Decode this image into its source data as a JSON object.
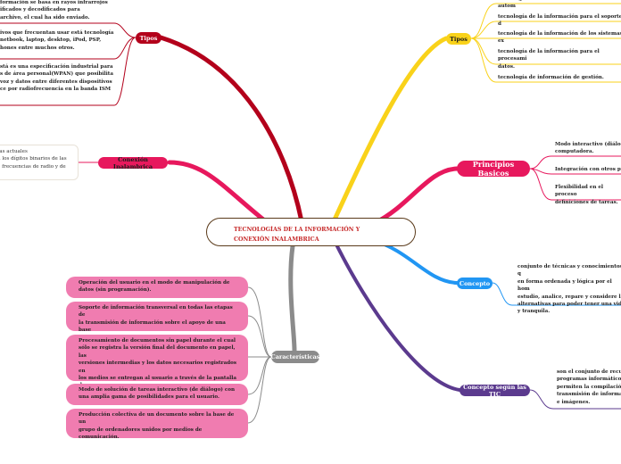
{
  "central": {
    "line1": "TECNOLOGÍAS DE LA INFORMACIÓN Y",
    "line2": "CONEXIÓN INALAMBRICA"
  },
  "colors": {
    "topic_text": "#c62828",
    "yellow": "#f9d21a",
    "red": "#e7185d",
    "blue": "#2196f3",
    "purple": "#5b3a8e",
    "dark_red": "#b3001b",
    "gray": "#8b8b8b",
    "pink": "#f07cb0"
  },
  "tipos_left": {
    "label": "Tipos",
    "items": [
      "formación se basa en rayos infrarrojos\nificados y decodificados para\n archivo, el cual ha sido enviado.",
      "ivos que frecuentan usar está tecnología\n netbook, laptop, desktop, iPod, PSP,\nhones entre muchos otros.",
      "stá es una especificación industrial para\ns de área personal(WPAN) que posibilita\n voz y datos entre diferentes dispositivos\nce por radiofrecuencia en la banda ISM"
    ]
  },
  "conexion": {
    "label": "Conexión Inalambrica",
    "text": "tas actuales\nn los dígitos binarios de las\ne frecuencias de radio y de"
  },
  "tipos_right": {
    "label": "Tipos",
    "items": [
      "tecnología de la información de la oficina autom",
      "tecnología de la información para el soporte d",
      "tecnología de la información de los sistemas ex",
      "tecnología de la información para el procesami\ndatos.",
      "tecnología de información de gestión."
    ]
  },
  "principios": {
    "label": "Principios Basicos",
    "items": [
      "Modo interactivo (diálog\ncomputadora.",
      "Integración con otros pr",
      "Flexibilidad en el proceso\ndefiniciones de tareas."
    ]
  },
  "concepto": {
    "label": "Concepto",
    "text": "conjunto de técnicas y conocimientos q\nen forma ordenada y lógica por el hom\nestudio, analice, repare y considere la\nalternativas para poder tener una vid\ny tranquila."
  },
  "concepto_tic": {
    "label": "Concepto según las TIC",
    "text": "son el conjunto de recu\nprogramas informático\npermiten la compilació\ntransmisión de informa\ne imágenes."
  },
  "caracteristicas": {
    "label": "Características",
    "items": [
      "Operación del usuario en el modo de manipulación de\ndatos (sin programación).",
      "Soporte de información transversal en todas las etapas de\nla transmisión de información sobre el apoyo de una base\nde datos integrada",
      "Procesamiento de documentos sin papel durante el cual\nsólo se registra la versión final del documento en papel, las\nversiones intermedias y los datos necesarios registrados en\nlos medios se entregan al usuario a través de la pantalla de\nvisualización del PC.",
      "Modo de solución de tareas interactivo (de diálogo) con\nuna amplia gama de posibilidades para el usuario.",
      "Producción colectiva de un documento sobre la base de un\ngrupo de ordenadores unidos por medios de\ncomunicación."
    ]
  }
}
